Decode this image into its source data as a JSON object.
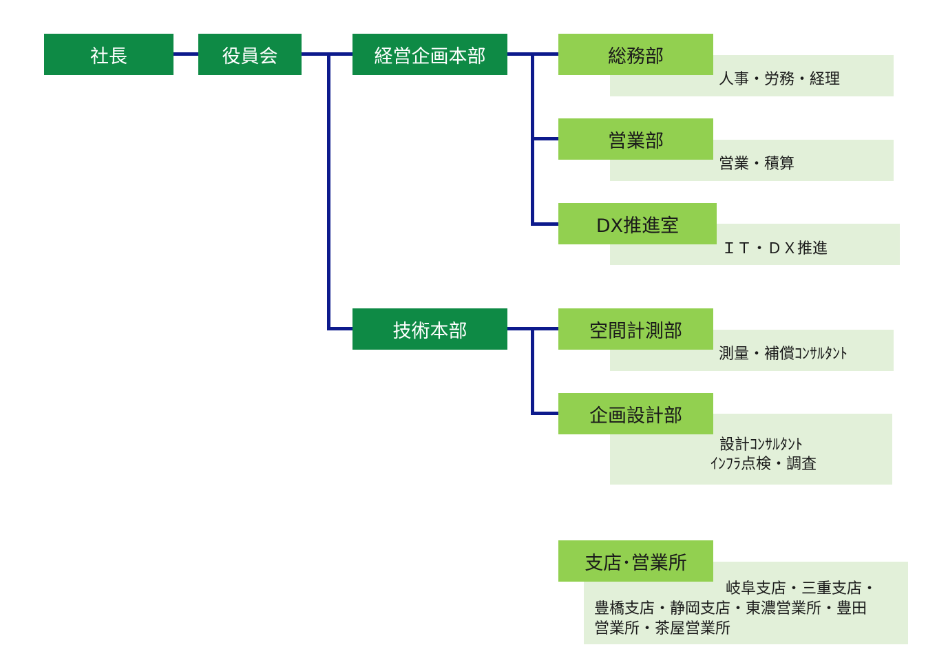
{
  "nodes": {
    "president": "社長",
    "board": "役員会",
    "management_hq": "経営企画本部",
    "general_affairs": "総務部",
    "sales": "営業部",
    "dx_office": "DX推進室",
    "engineering_hq": "技術本部",
    "spatial_survey": "空間計測部",
    "planning_design": "企画設計部",
    "branches": "支店･営業所"
  },
  "descriptions": {
    "general_affairs": "人事・労務・経理",
    "sales": "営業・積算",
    "dx_office": "ＩＴ・ＤＸ推進",
    "spatial_survey": "測量・補償ｺﾝｻﾙﾀﾝﾄ",
    "planning_design_line1": "設計ｺﾝｻﾙﾀﾝﾄ",
    "planning_design_line2": "ｲﾝﾌﾗ点検・調査",
    "branches_line1": "岐阜支店・三重支店・",
    "branches_line2": "豊橋支店・静岡支店・東濃営業所・豊田",
    "branches_line3": "営業所・茶屋営業所"
  },
  "colors": {
    "dark_node": "#0e8a45",
    "light_node": "#92d050",
    "description_bg": "#e2f0d9",
    "connector": "#0d1a8c"
  }
}
